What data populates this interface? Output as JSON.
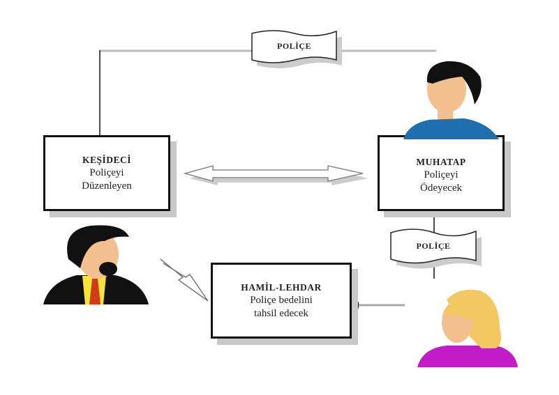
{
  "banners": {
    "top": "POLİÇE",
    "right": "POLİÇE"
  },
  "boxes": {
    "drawer": {
      "title": "KEŞİDECİ",
      "line1": "Poliçeyi",
      "line2": "Düzenleyen"
    },
    "drawee": {
      "title": "MUHATAP",
      "line1": "Poliçeyi",
      "line2": "Ödeyecek"
    },
    "holder": {
      "title": "HAMİL-LEHDAR",
      "line1": "Poliçe bedelini",
      "line2": "tahsil edecek"
    }
  }
}
